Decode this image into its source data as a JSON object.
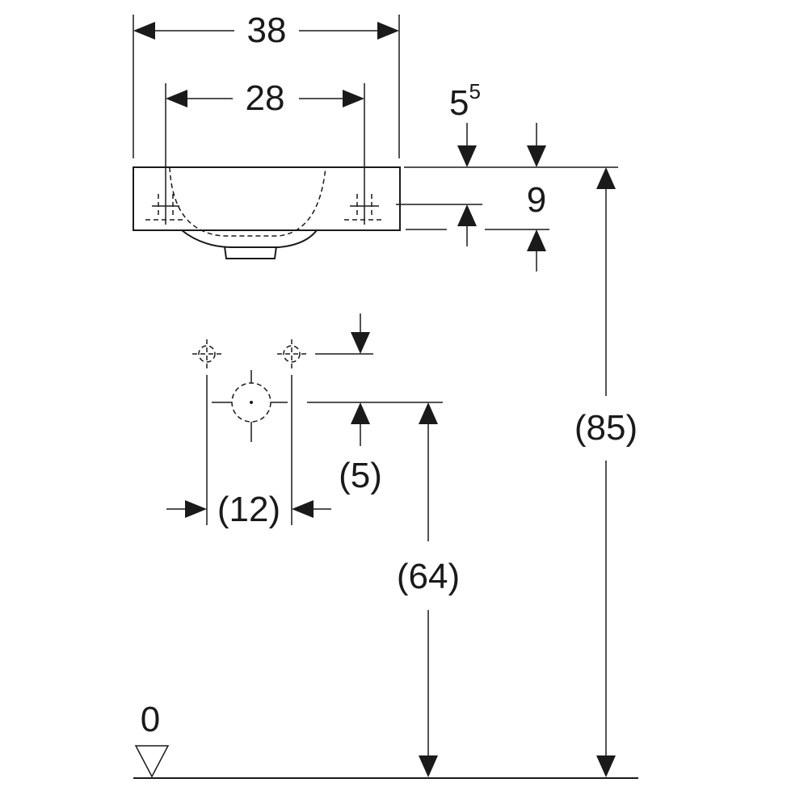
{
  "dimensions": {
    "overall_width": "38",
    "tap_spacing": "28",
    "rim_offset": "5",
    "rim_offset_sup": "5",
    "basin_depth": "9",
    "rim_height": "(85)",
    "waste_height": "(64)",
    "supply_spacing": "(12)",
    "supply_offset": "(5)",
    "floor_level": "0"
  }
}
